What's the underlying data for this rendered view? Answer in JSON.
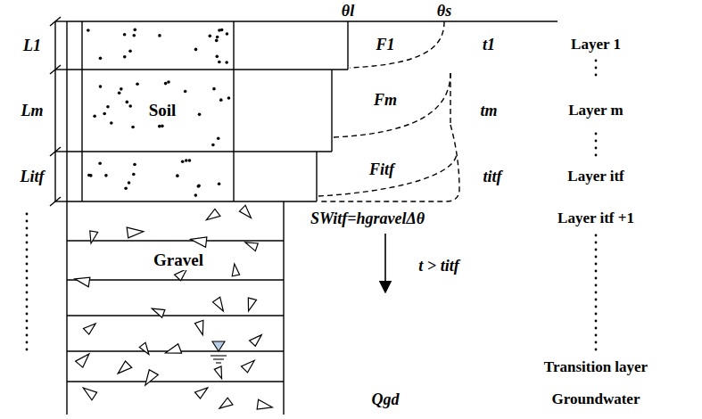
{
  "diagram": {
    "nodes": [
      {
        "text": [
          "Soil"
        ]
      },
      {
        "text": [
          "Gravel"
        ]
      }
    ],
    "labels": [
      "θl",
      "θs",
      "L1",
      "F1",
      "t1",
      "Layer 1",
      "Lm",
      "Fm",
      "tm",
      "Layer m",
      "Litf",
      "Fitf",
      "titf",
      "Layer itf",
      "SWitf=hgravelΔθ",
      "Layer itf +1",
      "t > titf",
      "Transition layer",
      "Qgd",
      "Groundwater"
    ]
  }
}
